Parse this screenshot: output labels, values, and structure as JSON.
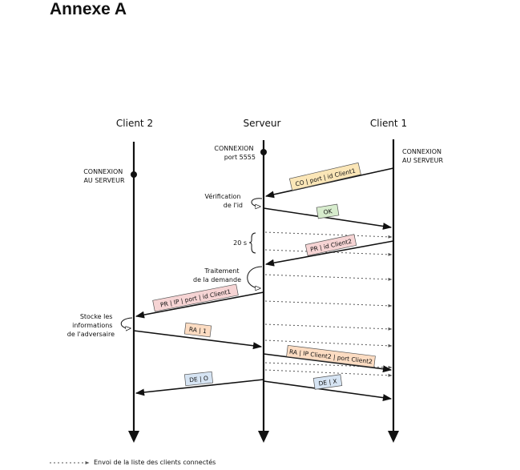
{
  "page": {
    "heading": "Annexe A"
  },
  "actors": {
    "client2": "Client 2",
    "server": "Serveur",
    "client1": "Client 1"
  },
  "notes": {
    "server_connect": [
      "CONNEXION",
      "port 5555"
    ],
    "client1_connect": [
      "CONNEXION",
      "AU SERVEUR"
    ],
    "client2_connect": [
      "CONNEXION",
      "AU SERVEUR"
    ],
    "verify": [
      "Vérification",
      "de l'id"
    ],
    "timer": "20 s",
    "process": [
      "Traitement",
      "de la demande"
    ],
    "store": [
      "Stocke les",
      "informations",
      "de l'adversaire"
    ]
  },
  "messages": {
    "co": "CO | port | id Client1",
    "ok": "OK",
    "pr_client2": "PR | id Client2",
    "pr_client1": "PR | IP | port | id Client1",
    "ra1": "RA | 1",
    "ra2": "RA | IP Client2 | port Client2",
    "de_o": "DE | O",
    "de_x": "DE | X"
  },
  "legend": {
    "dotted_label": "Envoi de la liste des clients connectés"
  },
  "colors": {
    "yellow": "#fbe6b7",
    "green": "#d7eccd",
    "pink": "#f6d4d4",
    "orange": "#fcdcc2",
    "blue": "#d6e4f3",
    "line": "#111111"
  }
}
